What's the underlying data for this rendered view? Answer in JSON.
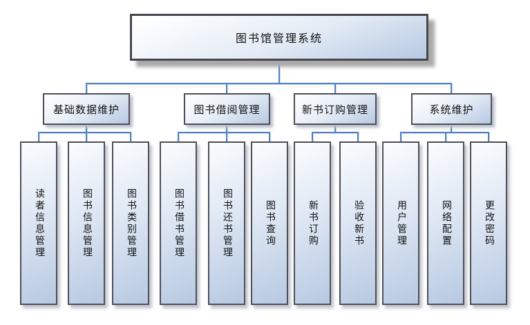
{
  "diagram": {
    "root": {
      "label": "图书馆管理系统"
    },
    "branches": [
      {
        "label": "基础数据维护",
        "children": [
          "读者信息管理",
          "图书信息管理",
          "图书类别管理"
        ]
      },
      {
        "label": "图书借阅管理",
        "children": [
          "图书借书管理",
          "图书还书管理",
          "图书查询"
        ]
      },
      {
        "label": "新书订购管理",
        "children": [
          "新书订购",
          "验收新书"
        ]
      },
      {
        "label": "系统维护",
        "children": [
          "用户管理",
          "网络配置",
          "更改密码"
        ]
      }
    ],
    "colors": {
      "connector": "#4f81bd",
      "box_border": "#4e4e56",
      "box_fill_top": "#ffffff",
      "box_fill_bottom": "#b7c9e2",
      "shadow": "#a9a9a9",
      "text": "#111111"
    }
  }
}
